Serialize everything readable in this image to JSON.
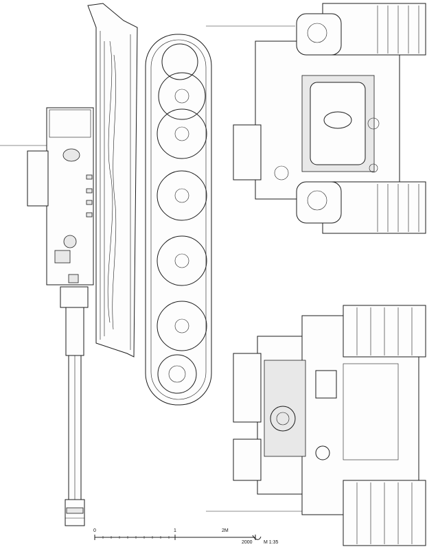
{
  "scale_bar": {
    "tick_0": "0",
    "tick_1": "1",
    "tick_2": "2M",
    "length_label": "2000",
    "scale_label": "M 1:35"
  }
}
